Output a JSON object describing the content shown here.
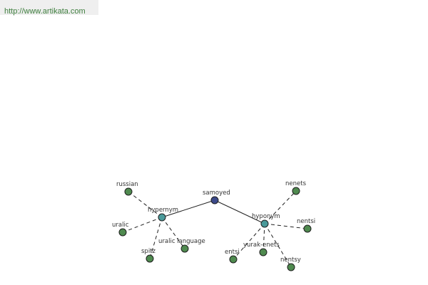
{
  "source": {
    "url_text": "http://www.artikata.com"
  },
  "colors": {
    "root": "#3c4a8a",
    "relation": "#4a9a9a",
    "leaf": "#4f8a4f",
    "url_text": "#3f7f3f"
  },
  "graph": {
    "root": {
      "id": "samoyed",
      "label": "samoyed",
      "kind": "root"
    },
    "relations": [
      {
        "id": "hypernym",
        "label": "hypernym",
        "kind": "relation"
      },
      {
        "id": "hyponym",
        "label": "hyponym",
        "kind": "relation"
      }
    ],
    "leaves": [
      {
        "id": "russian",
        "label": "russian",
        "parent": "hypernym"
      },
      {
        "id": "uralic",
        "label": "uralic",
        "parent": "hypernym"
      },
      {
        "id": "spitz",
        "label": "spitz",
        "parent": "hypernym"
      },
      {
        "id": "uralic-language",
        "label": "uralic language",
        "parent": "hypernym"
      },
      {
        "id": "nenets",
        "label": "nenets",
        "parent": "hyponym"
      },
      {
        "id": "nentsi",
        "label": "nentsi",
        "parent": "hyponym"
      },
      {
        "id": "nentsy",
        "label": "nentsy",
        "parent": "hyponym"
      },
      {
        "id": "yurak-enets",
        "label": "yurak-enets",
        "parent": "hyponym"
      },
      {
        "id": "entsi",
        "label": "entsi",
        "parent": "hyponym"
      }
    ]
  }
}
